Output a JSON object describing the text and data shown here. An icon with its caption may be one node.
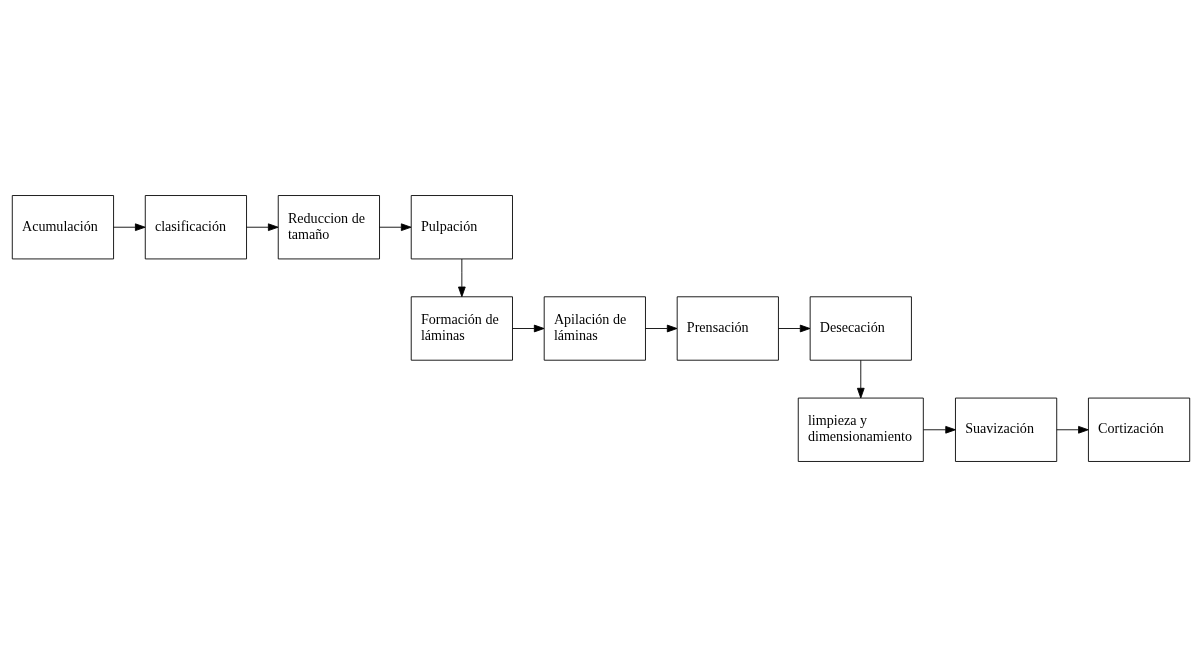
{
  "diagram": {
    "nodes": [
      {
        "text": [
          "Acumulación"
        ]
      },
      {
        "text": [
          "clasificación"
        ]
      },
      {
        "text": [
          "Reduccion de tamaño"
        ]
      },
      {
        "text": [
          "Pulpación"
        ]
      },
      {
        "text": [
          "Formación de láminas"
        ]
      },
      {
        "text": [
          "Apilación de láminas"
        ]
      },
      {
        "text": [
          "Prensación"
        ]
      },
      {
        "text": [
          "Desecación"
        ]
      },
      {
        "text": [
          "limpieza y dimensionamiento"
        ]
      },
      {
        "text": [
          "Suavización"
        ]
      },
      {
        "text": [
          "Cortización"
        ]
      }
    ],
    "edges": [
      {
        "from": 0,
        "to": 1,
        "arrow": "to"
      },
      {
        "from": 1,
        "to": 2,
        "arrow": "to"
      },
      {
        "from": 2,
        "to": 3,
        "arrow": "to"
      },
      {
        "from": 3,
        "to": 4,
        "arrow": "to"
      },
      {
        "from": 4,
        "to": 5,
        "arrow": "to"
      },
      {
        "from": 5,
        "to": 6,
        "arrow": "to"
      },
      {
        "from": 6,
        "to": 7,
        "arrow": "to"
      },
      {
        "from": 7,
        "to": 8,
        "arrow": "to"
      },
      {
        "from": 8,
        "to": 9,
        "arrow": "to"
      },
      {
        "from": 9,
        "to": 10,
        "arrow": "to"
      }
    ]
  }
}
